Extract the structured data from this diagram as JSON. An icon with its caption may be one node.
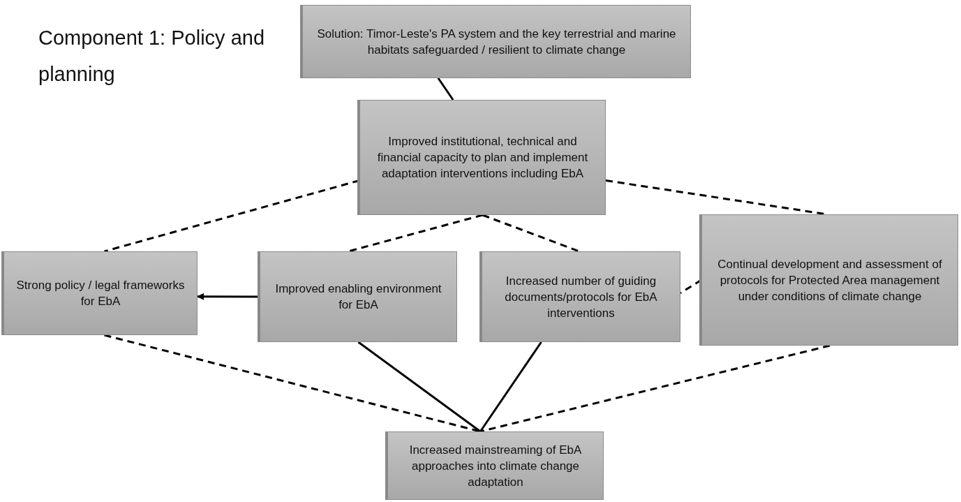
{
  "diagram": {
    "title": "Component 1: Policy and planning",
    "nodes": [
      {
        "text": [
          "Solution: Timor-Leste's PA system and the key terrestrial and marine habitats safeguarded / resilient to climate change"
        ]
      },
      {
        "text": [
          "Improved institutional, technical and financial capacity to plan and implement adaptation interventions including EbA"
        ]
      },
      {
        "text": [
          "Strong policy / legal frameworks for EbA"
        ]
      },
      {
        "text": [
          "Improved enabling environment for EbA"
        ]
      },
      {
        "text": [
          "Increased number of guiding documents/protocols for EbA interventions"
        ]
      },
      {
        "text": [
          "Continual development and assessment of protocols for Protected Area management under conditions of climate change"
        ]
      },
      {
        "text": [
          "Increased mainstreaming of EbA approaches into climate change adaptation"
        ]
      }
    ],
    "edges": [
      {
        "from": 0,
        "to": 1,
        "arrow": "none"
      },
      {
        "from": 1,
        "to": 2,
        "arrow": "none",
        "style": "dashed"
      },
      {
        "from": 1,
        "to": 5,
        "arrow": "none",
        "style": "dashed"
      },
      {
        "from": 1,
        "to": 3,
        "arrow": "none",
        "style": "dashed"
      },
      {
        "from": 1,
        "to": 4,
        "arrow": "none",
        "style": "dashed"
      },
      {
        "from": 3,
        "to": 2,
        "arrow": "to"
      },
      {
        "from": 5,
        "to": 4,
        "arrow": "none",
        "style": "dashed"
      },
      {
        "from": 2,
        "to": 6,
        "arrow": "none",
        "style": "dashed"
      },
      {
        "from": 3,
        "to": 6,
        "arrow": "none"
      },
      {
        "from": 4,
        "to": 6,
        "arrow": "none"
      },
      {
        "from": 5,
        "to": 6,
        "arrow": "none",
        "style": "dashed"
      }
    ]
  }
}
